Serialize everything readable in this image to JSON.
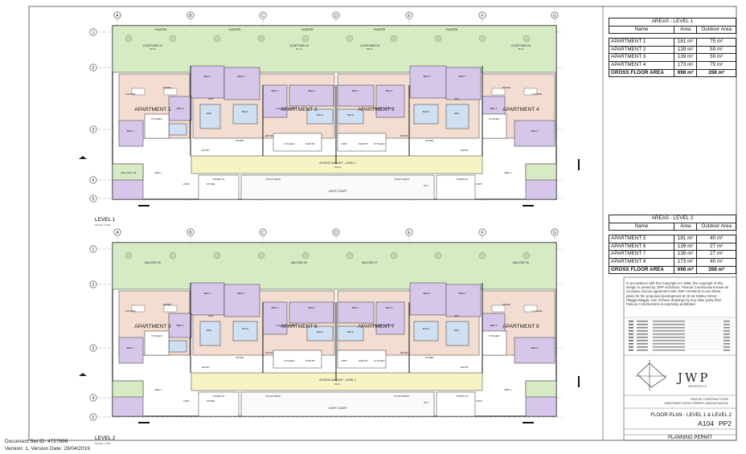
{
  "grid": {
    "columns": [
      "A",
      "B",
      "C",
      "D",
      "E",
      "F",
      "G"
    ],
    "rows": [
      "1",
      "2",
      "3",
      "4",
      "5"
    ]
  },
  "level1": {
    "label": "LEVEL 1",
    "scale": "SCALE: 1:100",
    "apartments": [
      "APARTMENT 1",
      "APARTMENT 2",
      "APARTMENT 3",
      "APARTMENT 4"
    ],
    "planters": [
      "PLANTER",
      "PLANTER",
      "PLANTER",
      "PLANTER",
      "PLANTER"
    ],
    "courtyards": [
      "COURTYARD 01",
      "COURTYARD 02",
      "COURTYARD 03",
      "COURTYARD 04"
    ],
    "courtyard_areas": [
      "43 m²",
      "61 m²",
      "59 m²",
      "75 m²"
    ],
    "gallery": "ACCESS GALLERY - LEVEL 1",
    "gallery_area": "64 m²",
    "light_court": "LIGHT COURT",
    "plant_deck": "PLANT DECK",
    "stairs": "STAIRS 01",
    "lift": "LIFT",
    "balcony": "BALCONY 01"
  },
  "level2": {
    "label": "LEVEL 2",
    "scale": "SCALE: 1:100",
    "apartments": [
      "APARTMENT 5",
      "APARTMENT 6",
      "APARTMENT 7",
      "APARTMENT 8"
    ],
    "balconies": [
      "BALCONY 05",
      "BALCONY 06",
      "BALCONY 07",
      "BALCONY 08"
    ],
    "gallery": "ACCESS GALLERY - LEVEL 2",
    "gallery_area": "64 m²",
    "light_court": "LIGHT COURT",
    "plant_deck": "PLANT DECK",
    "stairs": "STAIRS 01",
    "lift": "LIFT"
  },
  "room_labels": {
    "lounge": "LOUNGE",
    "dining": "DINING",
    "kitchen": "KITCHEN",
    "bed1": "BED 1",
    "bed2": "BED 2",
    "bed3": "BED 3",
    "ens": "ENS",
    "wir": "WIR",
    "bath": "BATH",
    "entry": "ENTRY",
    "store": "STORE",
    "ldry": "L'DRY",
    "pantry": "PANTRY",
    "lounge_dining": "LOUNGE / DINING"
  },
  "areas_level1": {
    "title": "AREAS - LEVEL 1",
    "headers": [
      "Name",
      "Area",
      "Outdoor Area"
    ],
    "rows": [
      [
        "APARTMENT 1",
        "181 m²",
        "75 m²"
      ],
      [
        "APARTMENT 2",
        "139 m²",
        "59 m²"
      ],
      [
        "APARTMENT 3",
        "139 m²",
        "59 m²"
      ],
      [
        "APARTMENT 4",
        "173 m²",
        "75 m²"
      ],
      [
        "GROSS FLOOR AREA",
        "698 m²",
        "268 m²"
      ]
    ]
  },
  "areas_level2": {
    "title": "AREAS - LEVEL 2",
    "headers": [
      "Name",
      "Area",
      "Outdoor Area"
    ],
    "rows": [
      [
        "APARTMENT 5",
        "181 m²",
        "40 m²"
      ],
      [
        "APARTMENT 6",
        "139 m²",
        "27 m²"
      ],
      [
        "APARTMENT 7",
        "139 m²",
        "27 m²"
      ],
      [
        "APARTMENT 8",
        "173 m²",
        "40 m²"
      ],
      [
        "GROSS FLOOR AREA",
        "698 m²",
        "268 m²"
      ]
    ]
  },
  "title_block": {
    "copyright": "In accordance with the Copyright Act 1968, the copyright of this design is owned by JWP Architects. Pascoe Constructions have an exclusive licence agreement with JWP Architects to use these plans for the proposed development at 10-16 Shirley Street, Wagga Wagga. Use of these drawings by any other party than Pascoe Constructions is expressly prohibited.",
    "logo_text": "JWP",
    "logo_sub": "ARCHITECTS",
    "client": "PASCOE CONSTRUCTIONS",
    "project": "APARTMENT DEVELOPMENT, WAGGA WAGGA",
    "drawing_title": "FLOOR PLAN - LEVEL 1 & LEVEL 2",
    "drawing_no": "A104",
    "revision": "PP2",
    "status": "PLANNING PERMIT"
  },
  "footer": {
    "doc_set": "Document Set ID: 4727896",
    "version": "Version: 1, Version Date: 29/04/2019"
  }
}
